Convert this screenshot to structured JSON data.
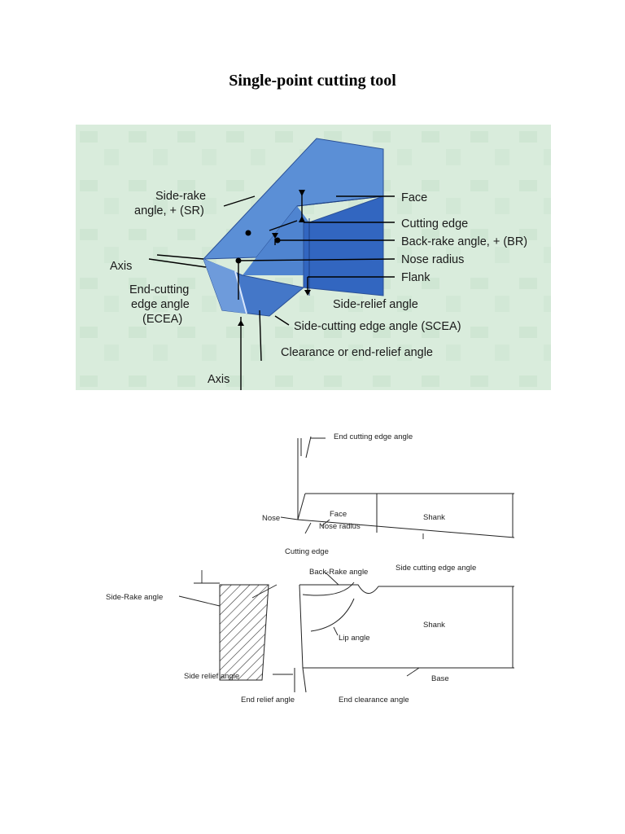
{
  "title": "Single-point cutting tool",
  "figure1": {
    "labels": {
      "side_rake_line1": "Side-rake",
      "side_rake_line2": "angle, + (SR)",
      "axis_left": "Axis",
      "ecea_line1": "End-cutting",
      "ecea_line2": "edge angle",
      "ecea_line3": "(ECEA)",
      "face": "Face",
      "cutting_edge": "Cutting edge",
      "back_rake": "Back-rake angle, + (BR)",
      "nose_radius": "Nose radius",
      "flank": "Flank",
      "side_relief": "Side-relief angle",
      "scea": "Side-cutting edge angle (SCEA)",
      "clearance": "Clearance or end-relief angle",
      "axis_bottom": "Axis"
    },
    "colors": {
      "tool_top": "#5b8fd6",
      "tool_front": "#3f6fc4",
      "tool_side": "#2f62bd",
      "background": "#dbeedd"
    }
  },
  "figure2": {
    "labels": {
      "end_cutting_edge_angle": "End cutting edge angle",
      "nose": "Nose",
      "face": "Face",
      "nose_radius": "Nose radius",
      "shank_top": "Shank",
      "cutting_edge": "Cutting edge",
      "side_cutting_edge_angle": "Side cutting edge angle",
      "back_rake_angle": "Back-Rake angle",
      "side_rake_angle": "Side-Rake angle",
      "shank_bottom": "Shank",
      "lip_angle": "Lip angle",
      "side_relief_angle": "Side relief angle",
      "base": "Base",
      "end_relief_angle": "End relief angle",
      "end_clearance_angle": "End clearance angle"
    }
  }
}
